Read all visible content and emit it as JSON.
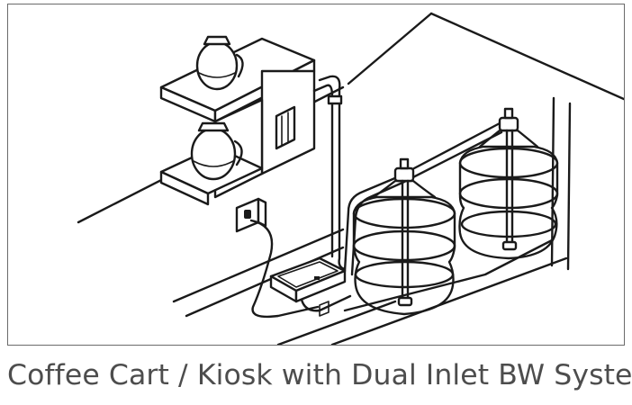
{
  "caption": "Coffee Cart / Kiosk with Dual Inlet BW System",
  "illustration": {
    "components": [
      "coffee-brewer",
      "glass-carafe",
      "electrical-outlet",
      "control-box",
      "water-tubing",
      "water-bottle",
      "water-bottle",
      "counter-cart"
    ]
  }
}
